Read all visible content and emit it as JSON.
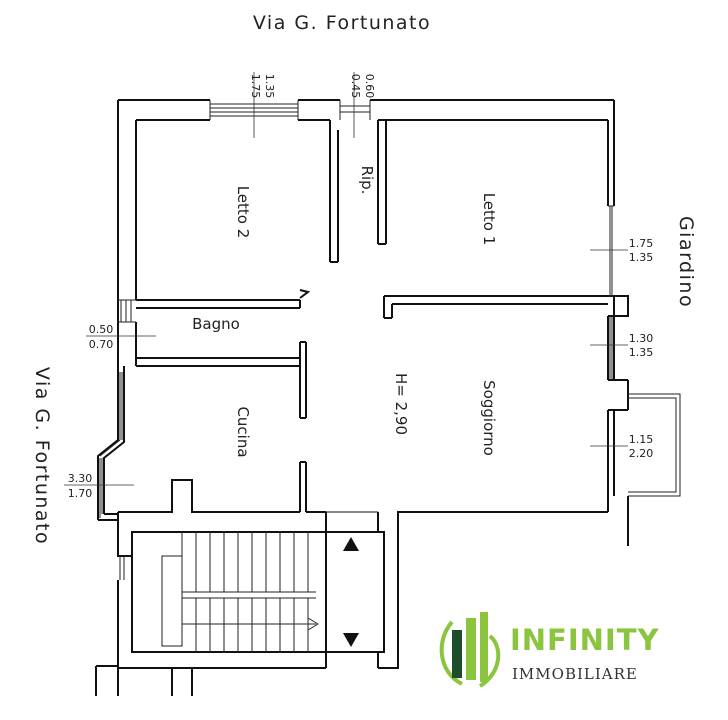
{
  "streets": {
    "top": "Via  G.  Fortunato",
    "left": "Via  G.  Fortunato",
    "right": "Giardino"
  },
  "rooms": {
    "letto2": "Letto  2",
    "letto1": "Letto  1",
    "rip": "Rip.",
    "bagno": "Bagno",
    "cucina": "Cucina",
    "soggiorno": "Soggiorno",
    "height": "H=  2,90"
  },
  "windows": {
    "letto2": {
      "a": "1.75",
      "b": "1.35"
    },
    "rip": {
      "a": "0.45",
      "b": "0.60"
    },
    "letto1": {
      "a": "1.75",
      "b": "1.35"
    },
    "bagno": {
      "a": "0.50",
      "b": "0.70"
    },
    "soggiorno": {
      "a": "1.30",
      "b": "1.35"
    },
    "balcony": {
      "a": "1.15",
      "b": "2.20"
    },
    "cucina": {
      "a": "3.30",
      "b": "1.70"
    }
  },
  "logo": {
    "title": "INFINITY",
    "subtitle": "IMMOBILIARE"
  },
  "colors": {
    "wall": "#111111",
    "logo_green": "#8bc53f",
    "logo_dark": "#1e4d2b",
    "subtitle": "#333333"
  }
}
